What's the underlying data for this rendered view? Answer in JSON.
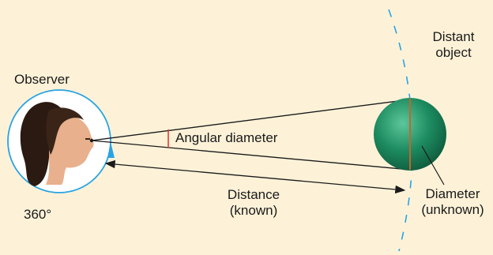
{
  "labels": {
    "observer": "Observer",
    "full_circle": "360°",
    "angular_diameter": "Angular diameter",
    "distance_line1": "Distance",
    "distance_line2": "(known)",
    "diameter_line1": "Diameter",
    "diameter_line2": "(unknown)",
    "distant_line1": "Distant",
    "distant_line2": "object"
  },
  "icons": [
    "observer-head-icon",
    "sphere-object-icon"
  ],
  "colors": {
    "background": "#fdf2d8",
    "circle": "#29a3e3",
    "angle_mark": "#e23b2e",
    "sphere": "#1c8a5f",
    "diameter_line": "#c8632c",
    "lines": "#1a1a1a"
  }
}
